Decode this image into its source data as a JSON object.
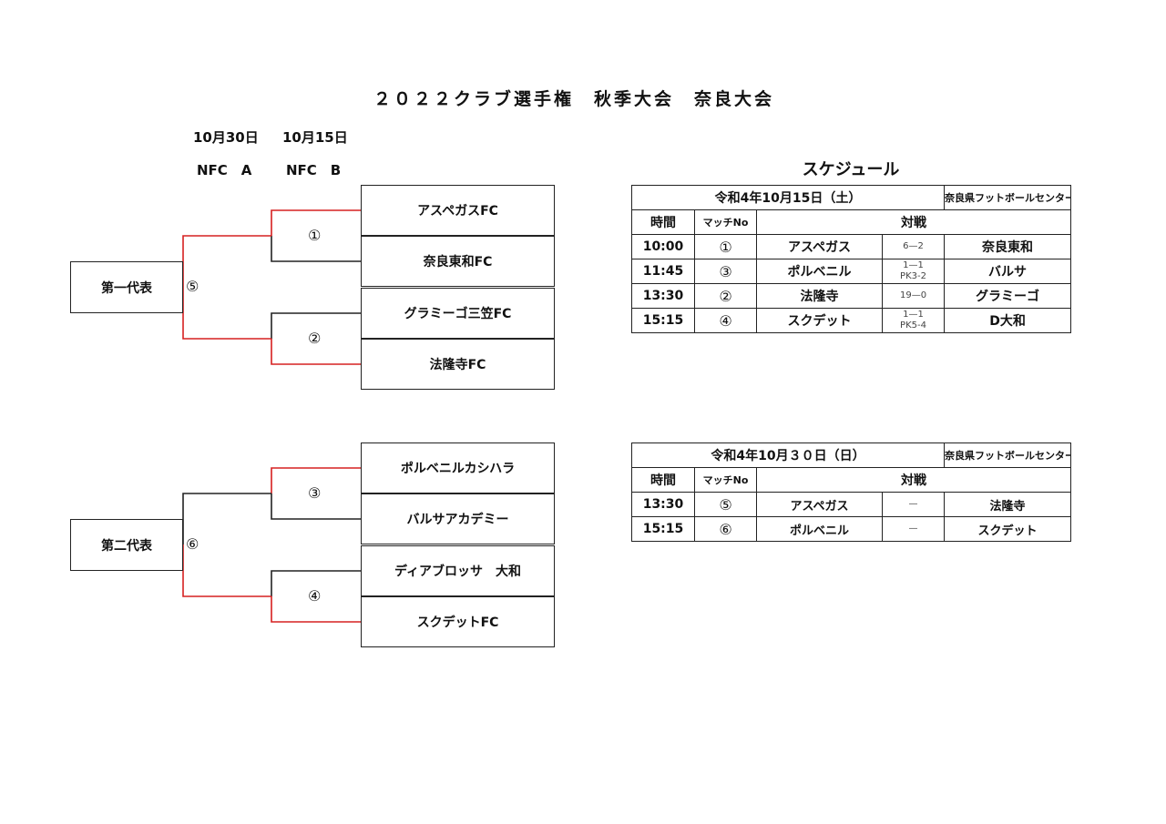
{
  "title": "２０２２クラブ選手権　秋季大会　奈良大会",
  "rounds": {
    "final_date": "10月30日",
    "semi_date": "10月15日",
    "final_venue": "NFC　A",
    "semi_venue": "NFC　B"
  },
  "bracket1": {
    "winner_label": "第一代表",
    "final_match": "⑤",
    "matches": [
      "①",
      "②"
    ],
    "teams": [
      "アスペガスFC",
      "奈良東和FC",
      "グラミーゴ三笠FC",
      "法隆寺FC"
    ]
  },
  "bracket2": {
    "winner_label": "第二代表",
    "final_match": "⑥",
    "matches": [
      "③",
      "④"
    ],
    "teams": [
      "ポルベニルカシハラ",
      "バルサアカデミー",
      "ディアブロッサ　大和",
      "スクデットFC"
    ]
  },
  "schedule_title": "スケジュール",
  "schedule1": {
    "date": "令和4年10月15日（土）",
    "venue": "奈良県フットボールセンターB",
    "headers": {
      "time": "時間",
      "match": "マッチNo",
      "versus": "対戦"
    },
    "rows": [
      {
        "time": "10:00",
        "match": "①",
        "home": "アスペガス",
        "score1": "6—2",
        "score2": "",
        "away": "奈良東和"
      },
      {
        "time": "11:45",
        "match": "③",
        "home": "ポルベニル",
        "score1": "1—1",
        "score2": "PK3-2",
        "away": "バルサ"
      },
      {
        "time": "13:30",
        "match": "②",
        "home": "法隆寺",
        "score1": "19—0",
        "score2": "",
        "away": "グラミーゴ"
      },
      {
        "time": "15:15",
        "match": "④",
        "home": "スクデット",
        "score1": "1—1",
        "score2": "PK5-4",
        "away": "D大和"
      }
    ]
  },
  "schedule2": {
    "date": "令和4年10月３０日（日）",
    "venue": "奈良県フットボールセンターA",
    "headers": {
      "time": "時間",
      "match": "マッチNo",
      "versus": "対戦"
    },
    "rows": [
      {
        "time": "13:30",
        "match": "⑤",
        "home": "アスペガス",
        "score1": "—",
        "score2": "",
        "away": "法隆寺"
      },
      {
        "time": "15:15",
        "match": "⑥",
        "home": "ポルベニル",
        "score1": "—",
        "score2": "",
        "away": "スクデット"
      }
    ]
  },
  "colors": {
    "line": "#222222",
    "winner_line": "#d62020"
  }
}
